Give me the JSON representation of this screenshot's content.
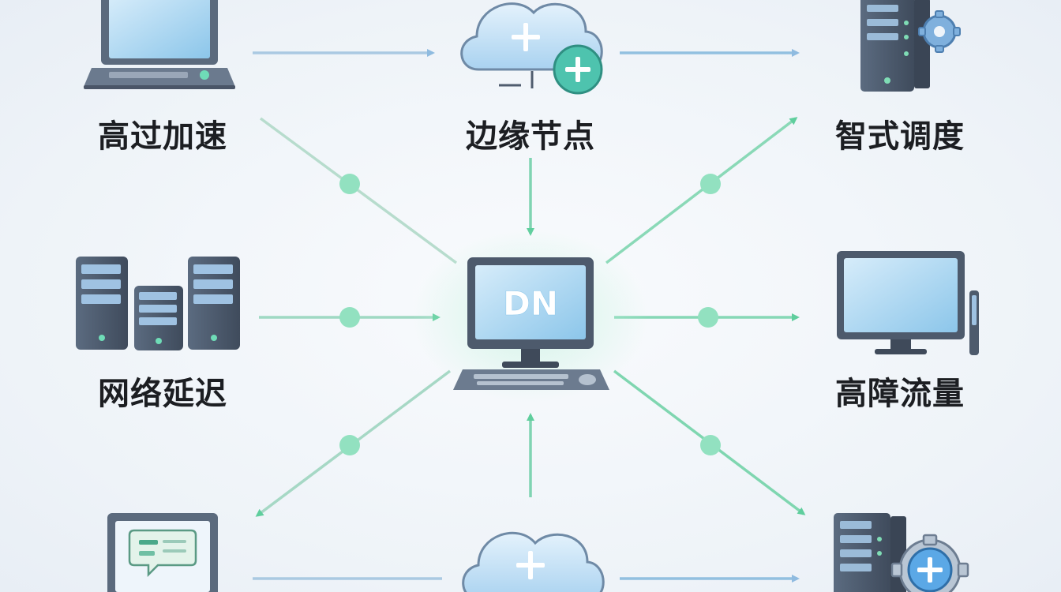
{
  "center": {
    "screen_text": "DN",
    "icon": "monitor-keyboard-icon"
  },
  "nodes": {
    "top_left": {
      "label": "高过加速",
      "icon": "laptop-icon"
    },
    "top_center": {
      "label": "边缘节点",
      "icon": "cloud-plus-icon"
    },
    "top_right": {
      "label": "智式调度",
      "icon": "server-gear-icon"
    },
    "mid_left": {
      "label": "网络延迟",
      "icon": "server-cluster-icon"
    },
    "mid_right": {
      "label": "高障流量",
      "icon": "desktop-monitor-icon"
    },
    "bottom_left": {
      "label": "",
      "icon": "laptop-chat-icon"
    },
    "bottom_center": {
      "label": "",
      "icon": "cloud-plus-icon"
    },
    "bottom_right": {
      "label": "",
      "icon": "server-gear-plus-icon"
    }
  },
  "colors": {
    "arrow_blue": "#a9c9e3",
    "arrow_green": "#7fd8b4",
    "node_dot": "#8fe0bd",
    "device_dark": "#4a5568",
    "screen_blue": "#a8d4f0",
    "cloud_blue": "#bcdcf3",
    "plus_teal": "#4fc9b0",
    "text": "#1c1e22"
  }
}
